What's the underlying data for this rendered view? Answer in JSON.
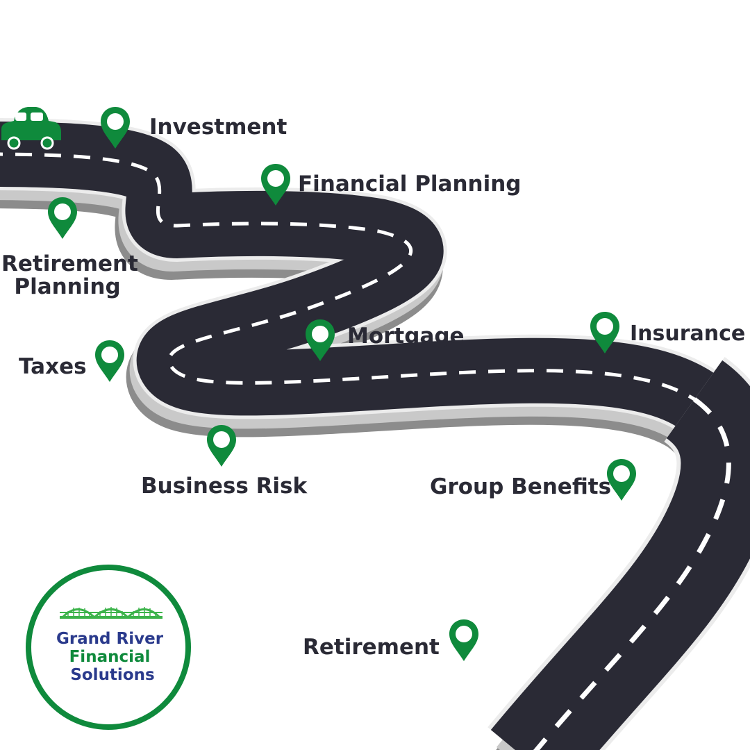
{
  "stops": {
    "investment": "Investment",
    "financial_planning": "Financial Planning",
    "retirement_planning_line1": "Retirement",
    "retirement_planning_line2": "Planning",
    "taxes": "Taxes",
    "mortgage": "Mortgage",
    "insurance": "Insurance",
    "business_risk": "Business Risk",
    "group_benefits": "Group Benefits",
    "retirement": "Retirement"
  },
  "logo": {
    "line1": "Grand River",
    "line2": "Financial",
    "line3": "Solutions"
  },
  "colors": {
    "brand_green": "#0f8a3c",
    "brand_navy": "#2a3a8c",
    "road": "#2a2a35",
    "road_shadow": "#8a8a8a",
    "label_text": "#2a2a35"
  },
  "icons": {
    "pin": "map-pin-icon",
    "car": "car-icon",
    "bridge": "bridge-icon"
  }
}
